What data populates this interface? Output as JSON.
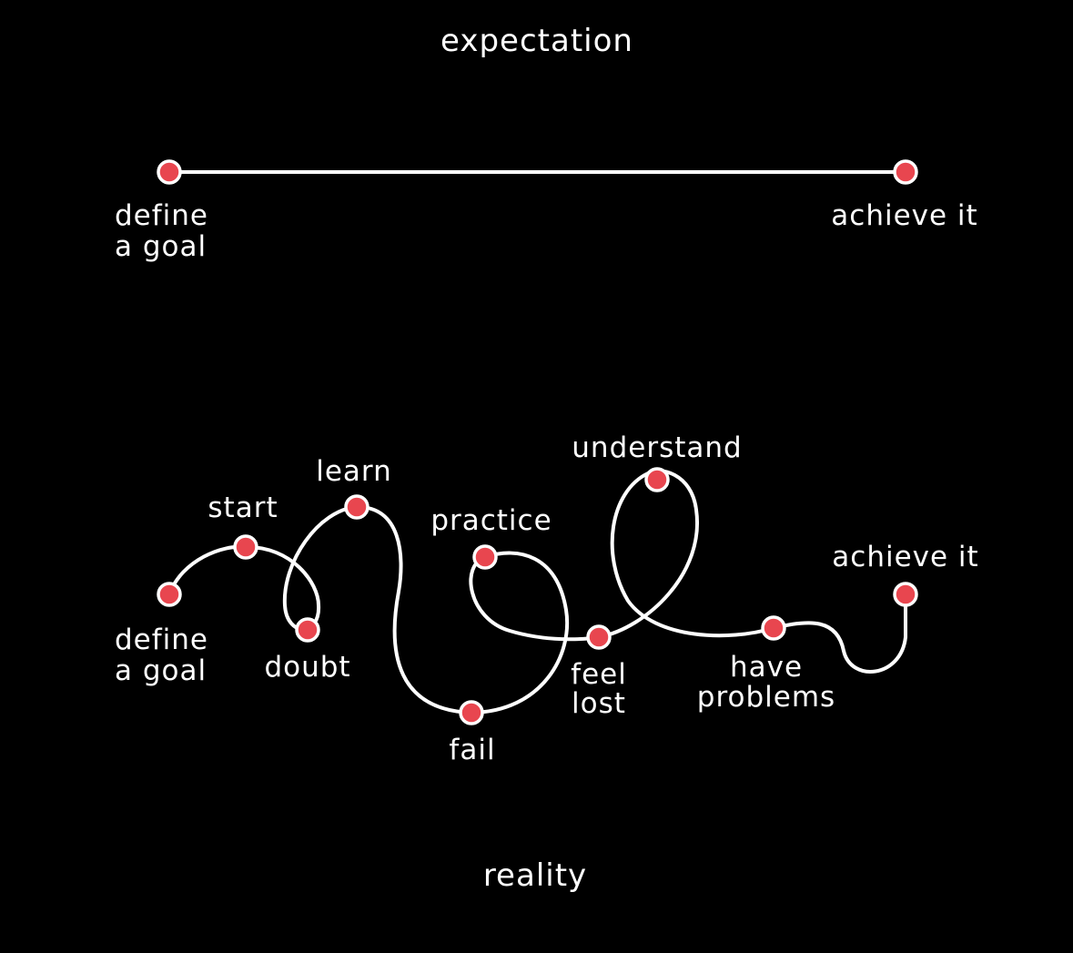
{
  "colors": {
    "background": "#000000",
    "line": "#ffffff",
    "node_fill": "#e8464f",
    "text": "#ffffff"
  },
  "expectation": {
    "title": "expectation",
    "start_label_line1": "define",
    "start_label_line2": "a goal",
    "end_label": "achieve it"
  },
  "reality": {
    "title": "reality",
    "nodes": {
      "define_line1": "define",
      "define_line2": "a goal",
      "start": "start",
      "doubt": "doubt",
      "learn": "learn",
      "fail": "fail",
      "practice": "practice",
      "feel_lost_line1": "feel",
      "feel_lost_line2": "lost",
      "understand": "understand",
      "have_problems_line1": "have",
      "have_problems_line2": "problems",
      "achieve": "achieve it"
    }
  }
}
